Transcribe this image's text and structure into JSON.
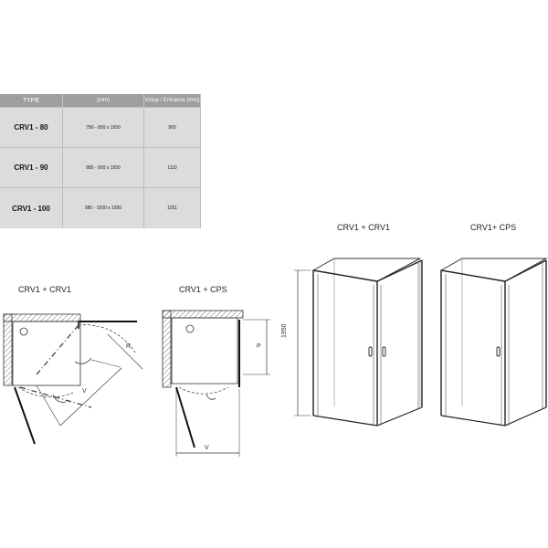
{
  "table": {
    "headers": [
      "TYPE",
      "(mm)",
      "Vstup / Entrance (mm)"
    ],
    "rows": [
      {
        "type": "CRV1 - 80",
        "size": "780 - 800 x 1950",
        "entrance": "969"
      },
      {
        "type": "CRV1 - 90",
        "size": "880 - 900 x 1950",
        "entrance": "1110"
      },
      {
        "type": "CRV1 - 100",
        "size": "980 - 1000 x 1950",
        "entrance": "1251"
      }
    ]
  },
  "plans": {
    "left_title": "CRV1 + CRV1",
    "right_title": "CRV1 + CPS",
    "radius_label": "R",
    "v_label": "V",
    "p_label": "P"
  },
  "elevations": {
    "left_title": "CRV1 + CRV1",
    "right_title": "CRV1+ CPS",
    "height_label": "1950"
  }
}
